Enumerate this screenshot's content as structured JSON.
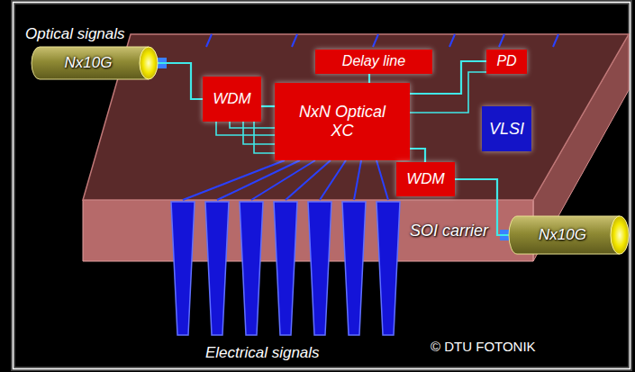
{
  "diagram": {
    "nodes": [
      {
        "text": [
          "SOI carrier"
        ]
      },
      {
        "text": [
          "Nx10G"
        ]
      },
      {
        "text": [
          "WDM"
        ],
        "in": 0
      },
      {
        "text": [
          "Delay line"
        ],
        "in": 0
      },
      {
        "text": [
          "PD"
        ],
        "in": 0
      },
      {
        "text": [
          "NxN Optical XC"
        ],
        "in": 0
      },
      {
        "text": [
          "VLSI"
        ],
        "in": 0
      },
      {
        "text": [
          "WDM"
        ],
        "in": 0
      },
      {
        "text": [
          "Nx10G"
        ]
      }
    ],
    "edges": [
      {
        "from": 1,
        "to": 2,
        "arrow": "none"
      },
      {
        "from": 2,
        "to": 5,
        "arrow": "none"
      },
      {
        "from": 3,
        "to": 5,
        "arrow": "none"
      },
      {
        "from": 5,
        "to": 4,
        "arrow": "none"
      },
      {
        "from": 5,
        "to": 7,
        "arrow": "none"
      },
      {
        "from": 7,
        "to": 8,
        "arrow": "none"
      }
    ],
    "labels": [
      "Optical signals",
      "Electrical signals",
      "© DTU FOTONIK"
    ]
  }
}
